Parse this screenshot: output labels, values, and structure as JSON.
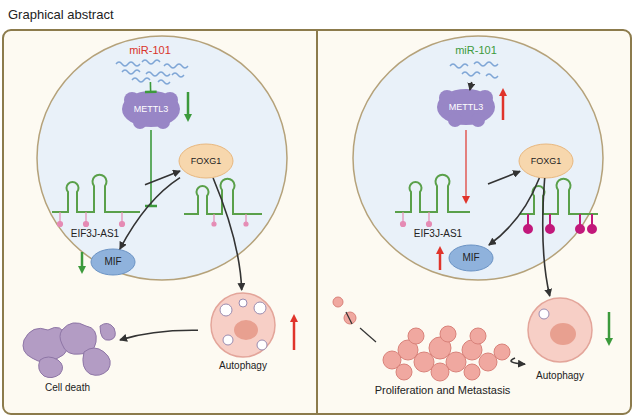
{
  "diagram": {
    "title": "Graphical abstract",
    "nodes": [
      {
        "text": [
          "miR-101"
        ]
      },
      {
        "text": [
          "METTL3"
        ]
      },
      {
        "text": [
          "EIF3J-AS1"
        ]
      },
      {
        "text": [
          "FOXG1"
        ]
      },
      {
        "text": [
          "MIF"
        ]
      },
      {
        "text": [
          "Autophagy"
        ]
      },
      {
        "text": [
          "Cell death"
        ]
      },
      {
        "text": [
          "miR-101"
        ]
      },
      {
        "text": [
          "METTL3"
        ]
      },
      {
        "text": [
          "EIF3J-AS1"
        ]
      },
      {
        "text": [
          "FOXG1"
        ]
      },
      {
        "text": [
          "MIF"
        ]
      },
      {
        "text": [
          "Autophagy"
        ]
      },
      {
        "text": [
          "Proliferation and Metastasis"
        ]
      }
    ],
    "edges": [
      {
        "from": 0,
        "to": 1,
        "arrow": "to"
      },
      {
        "from": 2,
        "to": 3,
        "arrow": "to"
      },
      {
        "from": 3,
        "to": 4,
        "arrow": "to"
      },
      {
        "from": 3,
        "to": 5,
        "arrow": "to"
      },
      {
        "from": 5,
        "to": 6,
        "arrow": "to"
      },
      {
        "from": 7,
        "to": 8,
        "arrow": "to"
      },
      {
        "from": 9,
        "to": 10,
        "arrow": "to"
      },
      {
        "from": 10,
        "to": 11,
        "arrow": "to"
      },
      {
        "from": 10,
        "to": 12,
        "arrow": "to"
      },
      {
        "from": 12,
        "to": 13,
        "arrow": "to"
      }
    ]
  }
}
